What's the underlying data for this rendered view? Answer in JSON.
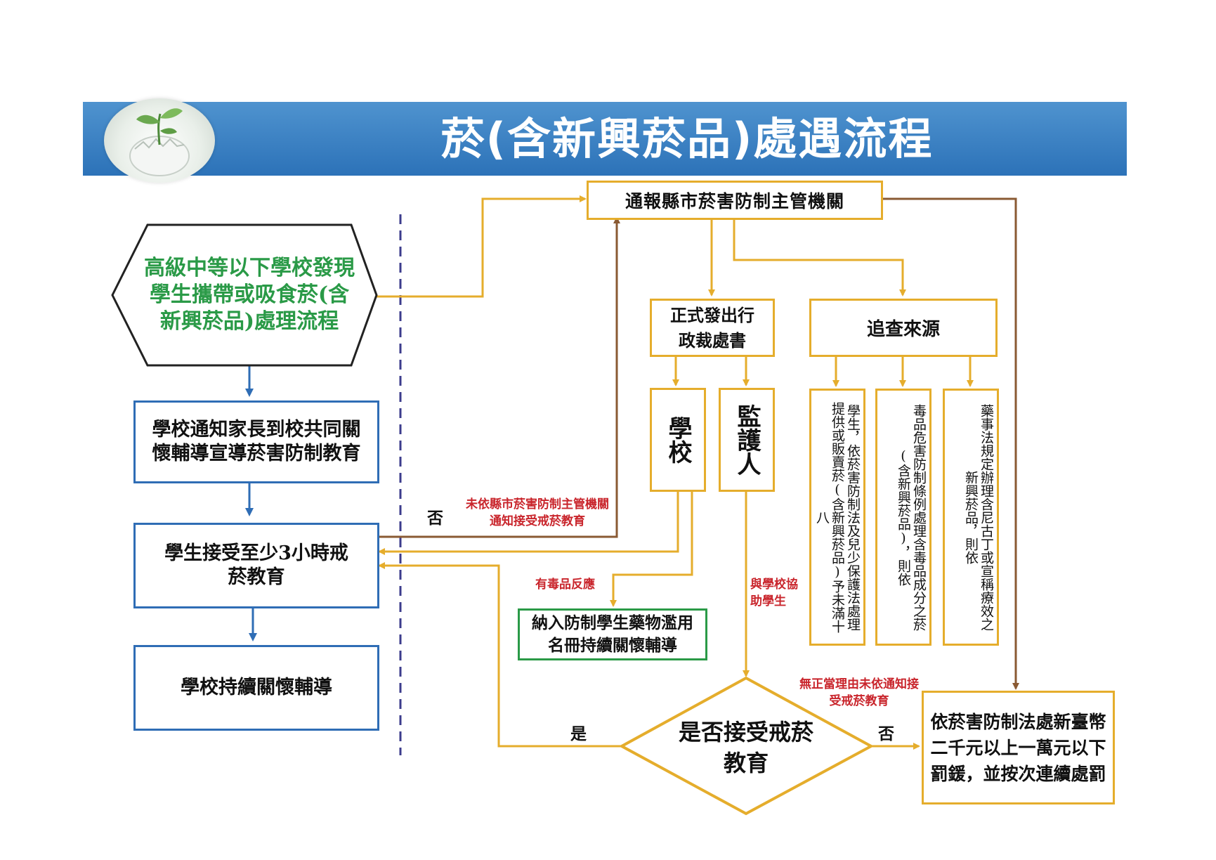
{
  "title": "菸(含新興菸品)處遇流程",
  "colors": {
    "banner": "#2c72b8",
    "flow_orange": "#e5ad2c",
    "flow_brown": "#8a5a33",
    "flow_blue": "#2f6db5",
    "green_text": "#2a9a47",
    "red_text": "#c9252c",
    "divider": "#3c3c8c"
  },
  "nodes": {
    "start": "高級中等以下學校發現學生攜帶或吸食菸(含新興菸品)處理流程",
    "notify_parents": "學校通知家長到校共同關懷輔導宣導菸害防制教育",
    "education": "學生接受至少3小時戒菸教育",
    "follow_up": "學校持續關懷輔導",
    "report": "通報縣市菸害防制主管機關",
    "admin_order": "正式發出行政裁處書",
    "trace": "追查來源",
    "school": "學校",
    "guardian": "監護人",
    "trace_1": "學生，依菸害防制法及兒少保護法處理提供或販賣菸(含新興菸品)予未滿十八",
    "trace_2": "毒品危害防制條例處理含毒品成分之菸(含新興菸品)，則依",
    "trace_3": "藥事法規定辦理含尼古丁或宣稱療效之新興菸品，則依",
    "drug_register": "納入防制學生藥物濫用名冊持續關懷輔導",
    "decision": "是否接受戒菸教育",
    "penalty": "依菸害防制法處新臺幣二千元以上一萬元以下罰鍰，並按次連續處罰"
  },
  "labels": {
    "no_left": "否",
    "not_per_notice": "未依縣市菸害防制主管機關通知接受戒菸教育",
    "drug_reaction": "有毒品反應",
    "assist_school": "與學校協助學生",
    "yes": "是",
    "no_right": "否",
    "no_just_cause": "無正當理由未依通知接受戒菸教育"
  },
  "icons": {
    "logo": "sprout-egg-icon"
  }
}
